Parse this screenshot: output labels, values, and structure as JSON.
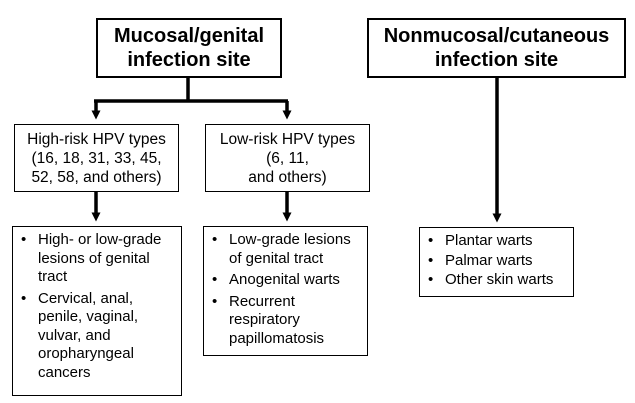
{
  "mucosal": {
    "title_line1": "Mucosal/genital",
    "title_line2": "infection site",
    "high_risk": {
      "line1": "High-risk HPV types",
      "line2": "(16, 18, 31, 33, 45,",
      "line3": "52, 58, and others)",
      "outcomes": [
        {
          "lines": [
            "High- or low-grade",
            "lesions of genital",
            "tract"
          ]
        },
        {
          "lines": [
            "Cervical, anal,",
            "penile, vaginal,",
            "vulvar, and",
            "oropharyngeal",
            "cancers"
          ]
        }
      ]
    },
    "low_risk": {
      "line1": "Low-risk HPV types",
      "line2": "(6, 11,",
      "line3": "and others)",
      "outcomes": [
        {
          "lines": [
            "Low-grade lesions",
            "of genital tract"
          ]
        },
        {
          "lines": [
            "Anogenital warts"
          ]
        },
        {
          "lines": [
            "Recurrent",
            "respiratory",
            "papillomatosis"
          ]
        }
      ]
    }
  },
  "cutaneous": {
    "title_line1": "Nonmucosal/cutaneous",
    "title_line2": "infection site",
    "outcomes": [
      {
        "lines": [
          "Plantar warts"
        ]
      },
      {
        "lines": [
          "Palmar warts"
        ]
      },
      {
        "lines": [
          "Other skin warts"
        ]
      }
    ]
  },
  "bullet_symbol": "•",
  "colors": {
    "line": "#000000",
    "background": "#ffffff"
  }
}
